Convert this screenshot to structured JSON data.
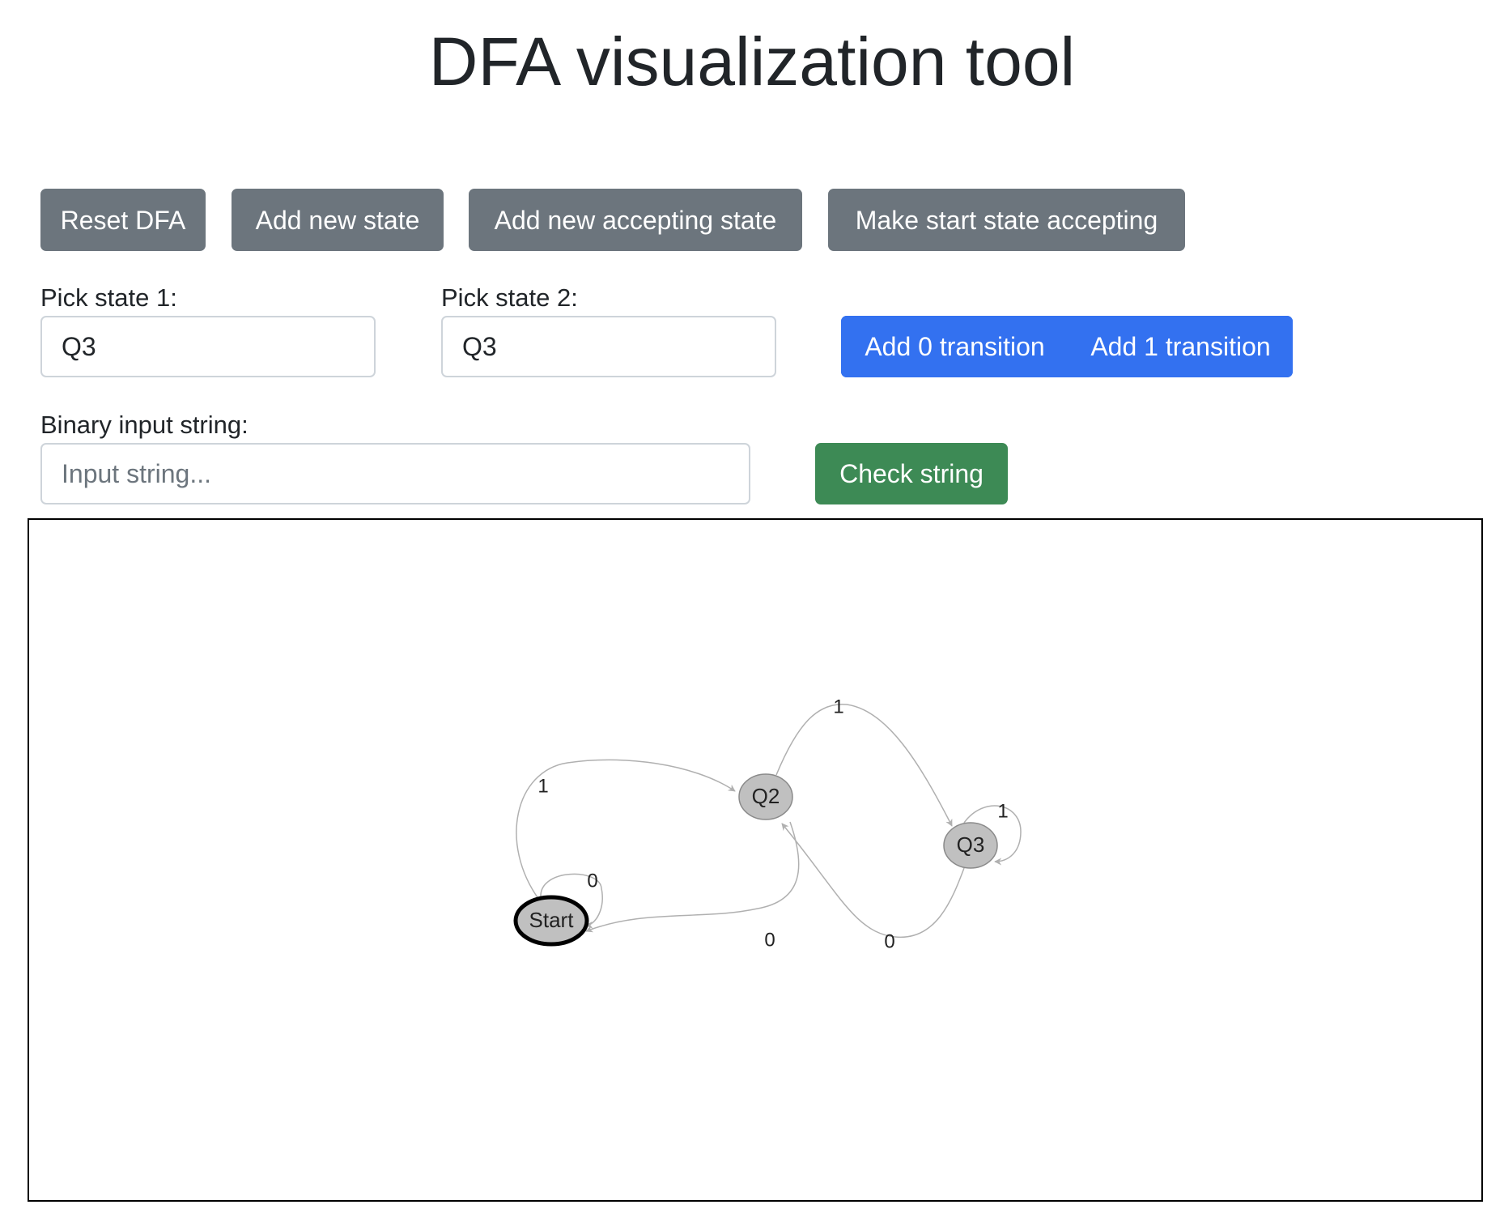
{
  "header": {
    "title": "DFA visualization tool"
  },
  "toolbar": {
    "reset_label": "Reset DFA",
    "add_state_label": "Add new state",
    "add_accepting_label": "Add new accepting state",
    "make_start_accepting_label": "Make start state accepting"
  },
  "transition_form": {
    "state1_label": "Pick state 1:",
    "state1_value": "Q3",
    "state2_label": "Pick state 2:",
    "state2_value": "Q3",
    "add0_label": "Add 0 transition",
    "add1_label": "Add 1 transition"
  },
  "string_form": {
    "input_label": "Binary input string:",
    "input_placeholder": "Input string...",
    "input_value": "",
    "check_label": "Check string"
  },
  "graph": {
    "nodes": [
      {
        "id": "start",
        "label": "Start",
        "is_start": true
      },
      {
        "id": "q2",
        "label": "Q2",
        "is_start": false
      },
      {
        "id": "q3",
        "label": "Q3",
        "is_start": false
      }
    ],
    "edges": [
      {
        "from": "Start",
        "to": "Q2",
        "symbol": "1"
      },
      {
        "from": "Start",
        "to": "Start",
        "symbol": "0"
      },
      {
        "from": "Q2",
        "to": "Q3",
        "symbol": "1"
      },
      {
        "from": "Q2",
        "to": "Start",
        "symbol": "0"
      },
      {
        "from": "Q3",
        "to": "Q3",
        "symbol": "1"
      },
      {
        "from": "Q3",
        "to": "Q2",
        "symbol": "0"
      }
    ],
    "colors": {
      "node_fill": "#c0c0c0",
      "node_stroke": "#8a8a8a",
      "start_stroke": "#000000",
      "edge": "#b0b0b0"
    }
  }
}
